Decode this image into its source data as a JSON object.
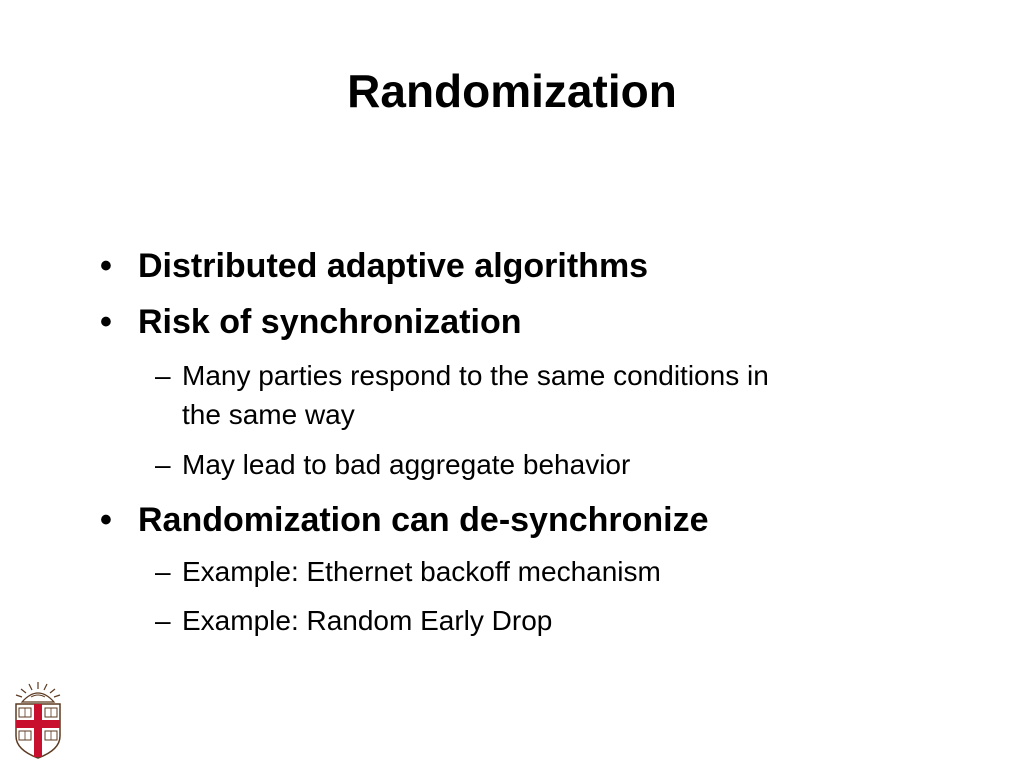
{
  "slide": {
    "title": "Randomization",
    "bullets": [
      {
        "marker": "•",
        "text": "Distributed adaptive algorithms"
      },
      {
        "marker": "•",
        "text": "Risk of synchronization"
      },
      {
        "marker": "–",
        "text": "Many parties respond to the same conditions in"
      },
      {
        "marker": "",
        "text": "the same way"
      },
      {
        "marker": "–",
        "text": "May lead to bad aggregate behavior"
      },
      {
        "marker": "•",
        "text": "Randomization can de-synchronize"
      },
      {
        "marker": "–",
        "text": "Example: Ethernet backoff mechanism"
      },
      {
        "marker": "–",
        "text": "Example: Random Early Drop"
      }
    ]
  },
  "colors": {
    "text": "#000000",
    "background": "#ffffff",
    "logo_red": "#c8102e",
    "logo_brown": "#5c3a21"
  },
  "logo": {
    "icon": "university-shield-icon"
  }
}
